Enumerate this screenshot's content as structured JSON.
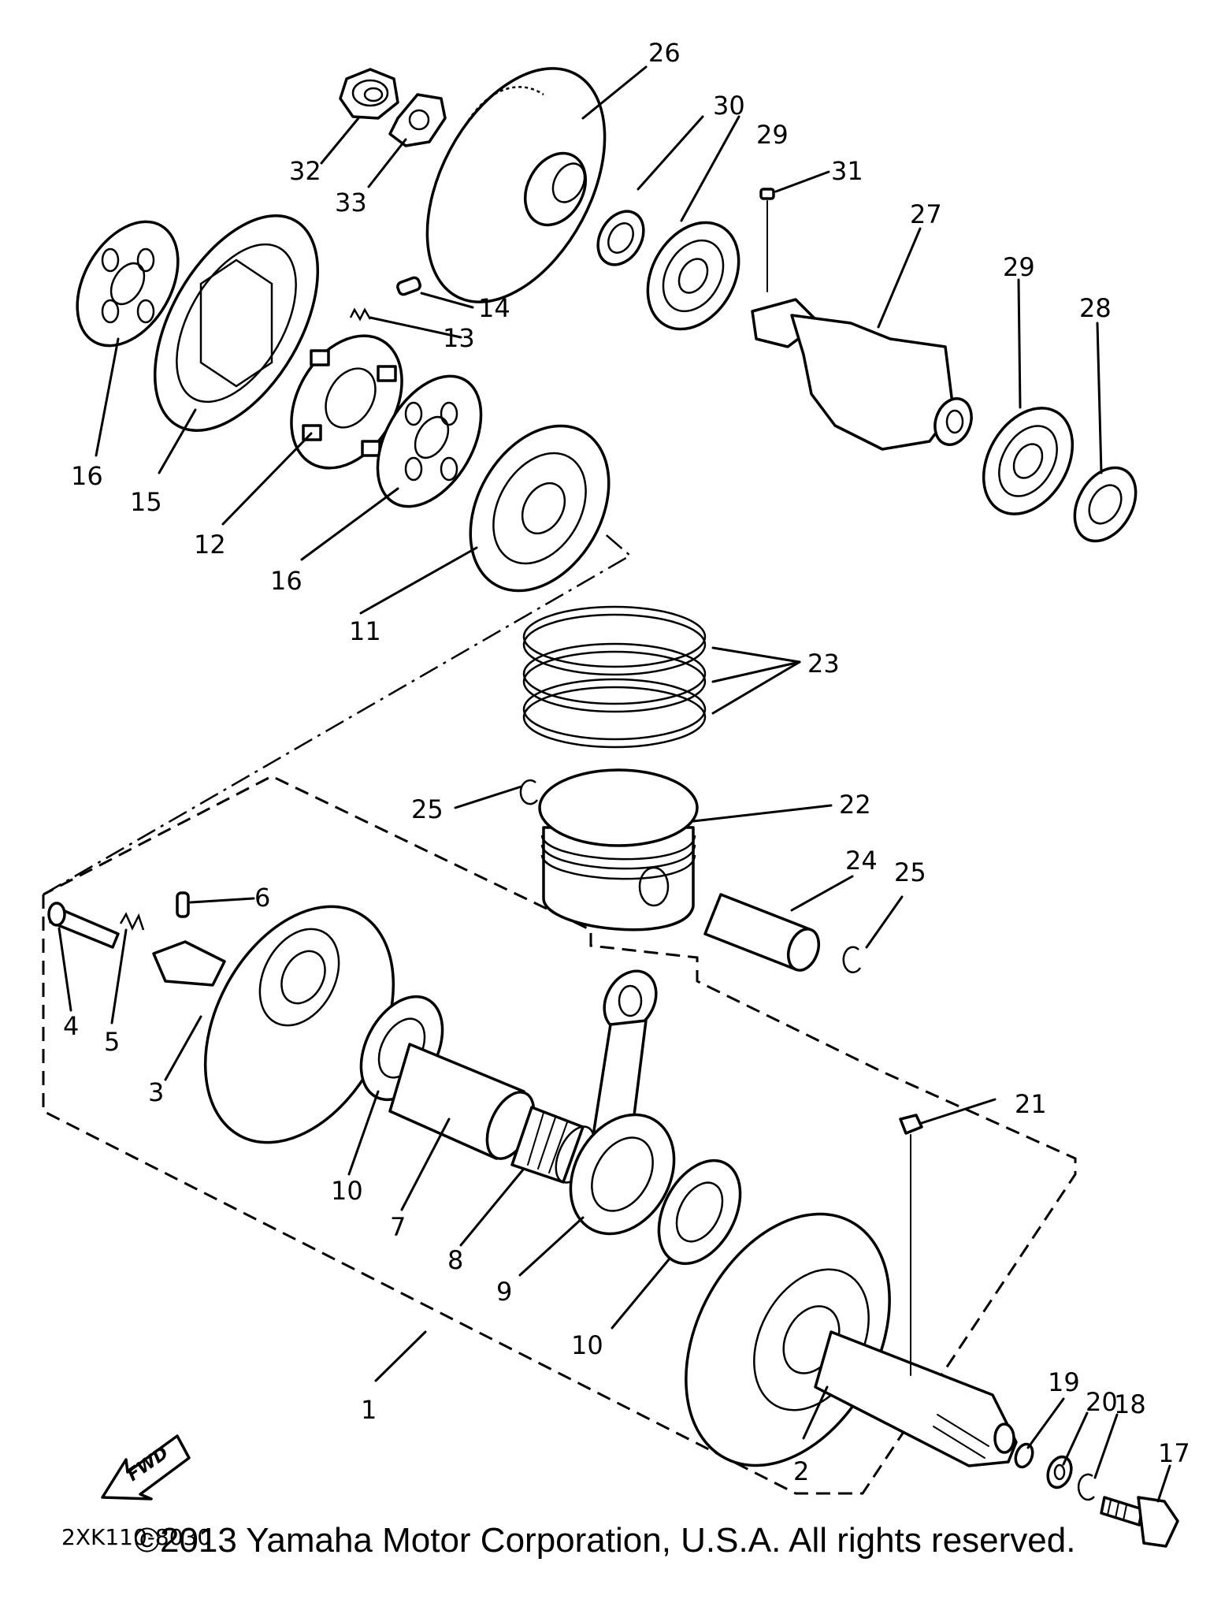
{
  "diagram": {
    "part_code": "2XK110-8030",
    "direction_label": "FWD",
    "copyright": "©2013 Yamaha Motor Corporation, U.S.A. All rights reserved.",
    "callouts": {
      "c1": "1",
      "c2": "2",
      "c3": "3",
      "c4": "4",
      "c5": "5",
      "c6": "6",
      "c7": "7",
      "c8": "8",
      "c9": "9",
      "c10a": "10",
      "c10b": "10",
      "c11": "11",
      "c12": "12",
      "c13": "13",
      "c14": "14",
      "c15": "15",
      "c16a": "16",
      "c16b": "16",
      "c17": "17",
      "c18": "18",
      "c19": "19",
      "c20": "20",
      "c21": "21",
      "c22": "22",
      "c23": "23",
      "c24": "24",
      "c25a": "25",
      "c25b": "25",
      "c26": "26",
      "c27": "27",
      "c28": "28",
      "c29a": "29",
      "c29b": "29",
      "c30": "30",
      "c31": "31",
      "c32": "32",
      "c33": "33"
    }
  }
}
